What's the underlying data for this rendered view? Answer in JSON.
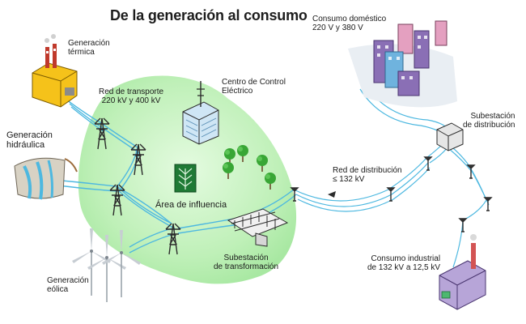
{
  "title": "De la generación al consumo",
  "labels": {
    "generacion_termica": [
      "Generación",
      "térmica"
    ],
    "generacion_hidraulica": [
      "Generación",
      "hidráulica"
    ],
    "generacion_eolica": [
      "Generación",
      "eólica"
    ],
    "red_transporte": [
      "Red de transporte",
      "220 kV y 400 kV"
    ],
    "centro_control": [
      "Centro de Control",
      "Eléctrico"
    ],
    "area_influencia": "Área de influencia",
    "subestacion_transformacion": [
      "Subestación",
      "de transformación"
    ],
    "red_distribucion": [
      "Red de distribución",
      "≤ 132 kV"
    ],
    "consumo_domestico": [
      "Consumo doméstico",
      "220 V y 380 V"
    ],
    "subestacion_distribucion": [
      "Subestación",
      "de distribución"
    ],
    "consumo_industrial": [
      "Consumo industrial",
      "de 132 kV a 12,5 kV"
    ]
  },
  "colors": {
    "influence_area": "#bff0b8",
    "lines": "#4db8e0",
    "tower": "#2b2b2b",
    "building_purple": "#8a6fb5",
    "building_blue": "#6fb3de",
    "factory": "#b7a5d8",
    "tree": "#38a635"
  }
}
